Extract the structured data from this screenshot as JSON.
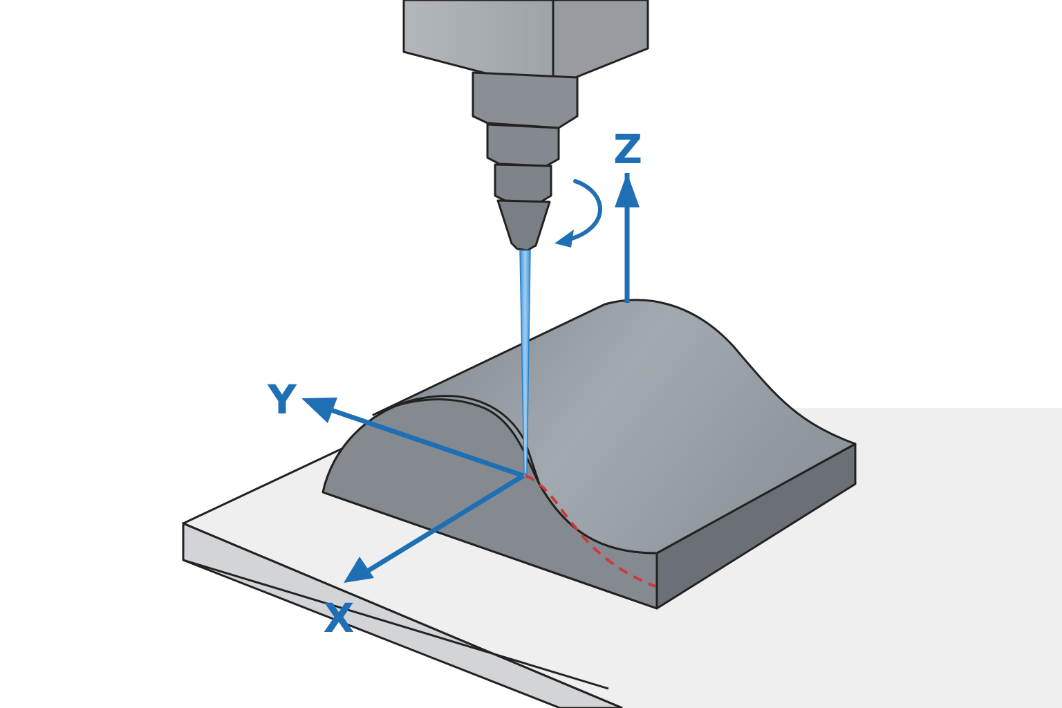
{
  "diagram": {
    "axes": {
      "x_label": "X",
      "y_label": "Y",
      "z_label": "Z"
    },
    "colors": {
      "axis": "#1f6fb4",
      "jet": "#5fa8e0",
      "toolpath": "#cc3b3b",
      "workpiece": "#8d949c",
      "workpiece_side": "#6b7077",
      "table_top": "#efefef",
      "table_side": "#d2d4d7",
      "spindle": "#a4a8ad",
      "outline": "#222222"
    },
    "icons": {
      "rotation": "rotation-arrow-icon",
      "nozzle": "nozzle-icon"
    }
  }
}
